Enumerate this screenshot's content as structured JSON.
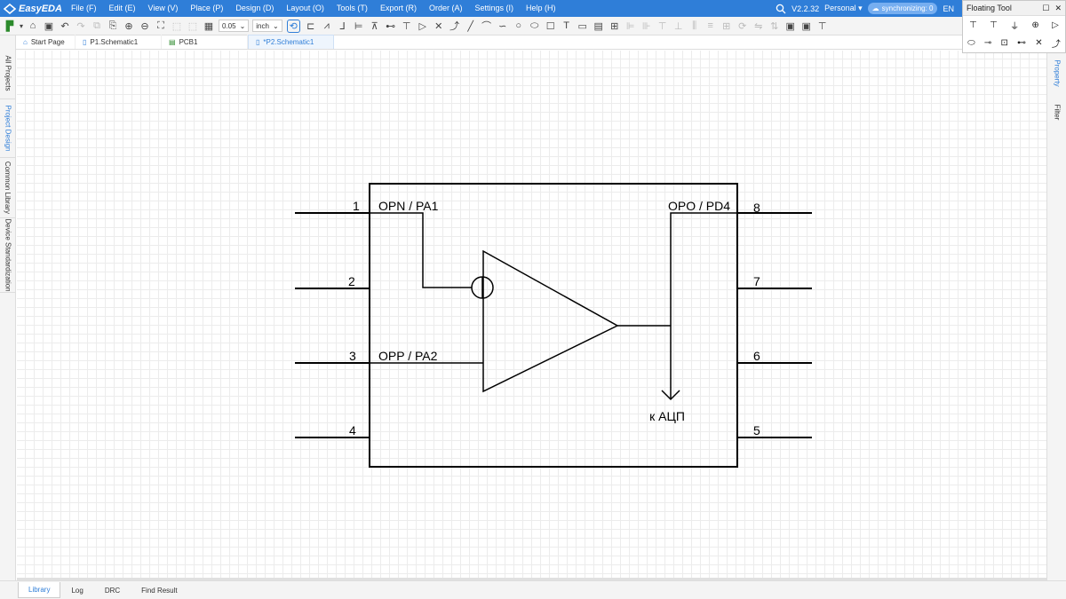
{
  "app": {
    "name": "EasyEDA"
  },
  "menu": [
    "File (F)",
    "Edit (E)",
    "View (V)",
    "Place (P)",
    "Design (D)",
    "Layout (O)",
    "Tools (T)",
    "Export (R)",
    "Order (A)",
    "Settings (I)",
    "Help (H)"
  ],
  "status": {
    "version": "V2.2.32",
    "plan": "Personal",
    "sync": "synchronizing: 0",
    "language": "EN"
  },
  "floating_tool": {
    "title": "Floating Tool"
  },
  "toolbar": {
    "grid_value": "0.05",
    "unit": "inch"
  },
  "tabs": [
    {
      "label": "Start Page",
      "icon": "home-icon"
    },
    {
      "label": "P1.Schematic1",
      "icon": "document-icon"
    },
    {
      "label": "PCB1",
      "icon": "pcb-icon"
    },
    {
      "label": "*P2.Schematic1",
      "icon": "document-icon",
      "active": true
    }
  ],
  "left_panel_tabs": [
    "All Projects",
    "Project Design",
    "Common Library",
    "Device Standardization"
  ],
  "right_panel_tabs": [
    "Property",
    "Filter"
  ],
  "bottom_tabs": [
    "Library",
    "Log",
    "DRC",
    "Find Result"
  ],
  "schematic": {
    "pins": [
      {
        "number": "1",
        "name": "OPN / PA1"
      },
      {
        "number": "2",
        "name": ""
      },
      {
        "number": "3",
        "name": "OPP / PA2"
      },
      {
        "number": "4",
        "name": ""
      },
      {
        "number": "5",
        "name": ""
      },
      {
        "number": "6",
        "name": ""
      },
      {
        "number": "7",
        "name": ""
      },
      {
        "number": "8",
        "name": "OPO / PD4"
      }
    ],
    "output_label": "к АЦП"
  },
  "colors": {
    "accent": "#2f7ed8",
    "wire": "#000000",
    "grid": "#ececec"
  }
}
